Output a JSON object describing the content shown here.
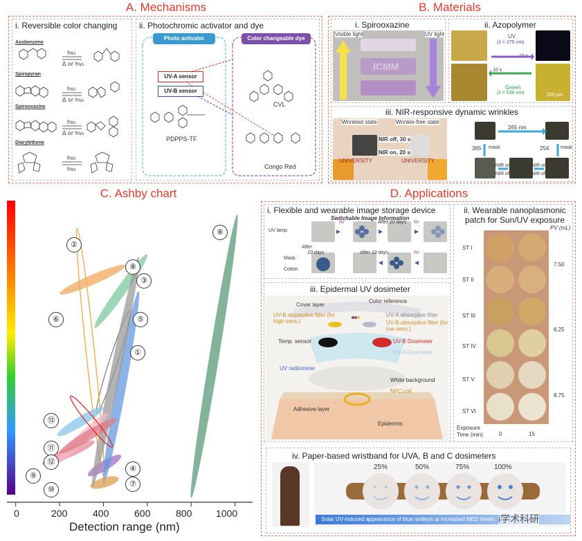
{
  "sections": {
    "a": "A. Mechanisms",
    "b": "B. Materials",
    "c": "C. Ashby chart",
    "d": "D. Applications"
  },
  "mechanisms": {
    "sub1": "i. Reversible color changing",
    "sub2": "ii. Photochromic activator and dye",
    "compounds": [
      "Azobenzene",
      "Spiropyran",
      "Spirooxazine",
      "Diarylethene"
    ],
    "forward": "hν₁",
    "reverse": "Δ or hν₂",
    "reverse_short": "hν₂",
    "activator_label": "Photo activator",
    "dye_label": "Color changeable dye",
    "uva_sensor": "UV-A sensor",
    "uvb_sensor": "UV-B sensor",
    "activator_name": "PDPPS-TF",
    "dye1": "CVL",
    "dye2": "Congo Red"
  },
  "materials": {
    "sub1": "i. Spirooxazine",
    "sub2": "ii. Azopolymer",
    "sub3": "iii. NIR-responsive dynamic wrinkles",
    "visible_light": "Visible light",
    "uv_light": "UV light",
    "icmm": "ICMM",
    "uv_label": "UV",
    "uv_nm": "(λ = 375 nm)",
    "green_label": "Green",
    "green_nm": "(λ = 536 nm)",
    "t10": "10 s",
    "scale": "200 μm",
    "wrinkled": "Wrinkled state",
    "wrinkle_free": "Wrinkle-free state",
    "nir_off": "NIR off, 30 s",
    "nir_on": "NIR on, 20 s",
    "univ": "UNIVERSITY",
    "nm265": "265 nm",
    "nm365": "365",
    "nm254": "254",
    "mask": "mask",
    "nir_on_s": "NIR on",
    "nir_off_s": "NIR off"
  },
  "ashby": {
    "xlabel": "Detection range (nm)",
    "ticks": [
      "0",
      "200",
      "400",
      "600",
      "800",
      "1000"
    ],
    "labels": [
      "①",
      "②",
      "③",
      "④",
      "⑤",
      "⑥",
      "⑦",
      "⑧",
      "⑧",
      "⑨",
      "⑩",
      "⑪",
      "⑫",
      "⑬"
    ]
  },
  "chart_data": {
    "type": "scatter",
    "xlabel": "Detection range (nm)",
    "ylabel": "",
    "xlim": [
      -40,
      1080
    ],
    "xticks": [
      0,
      200,
      400,
      600,
      800,
      1000
    ],
    "series": [
      {
        "label": "①",
        "from": [
          370,
          0.3
        ],
        "to": [
          520,
          0.66
        ],
        "color": "#777777",
        "style": "outline"
      },
      {
        "label": "②",
        "from": [
          280,
          0.95
        ],
        "to": [
          400,
          0.08
        ],
        "color": "#f0a030",
        "style": "outline"
      },
      {
        "label": "③",
        "from": [
          360,
          0.6
        ],
        "to": [
          600,
          0.86
        ],
        "color": "#7fc8a0",
        "style": "filled"
      },
      {
        "label": "④",
        "from": [
          330,
          0.08
        ],
        "to": [
          480,
          0.15
        ],
        "color": "#a070c8",
        "style": "filled"
      },
      {
        "label": "⑤",
        "from": [
          400,
          0.05
        ],
        "to": [
          560,
          0.73
        ],
        "color": "#6699dd",
        "style": "filled"
      },
      {
        "label": "⑥",
        "from": [
          200,
          0.72
        ],
        "to": [
          500,
          0.82
        ],
        "color": "#f0a860",
        "style": "filled"
      },
      {
        "label": "⑦",
        "from": [
          340,
          0.04
        ],
        "to": [
          470,
          0.07
        ],
        "color": "#d8a050",
        "style": "filled"
      },
      {
        "label": "⑧",
        "from": [
          350,
          0.04
        ],
        "to": [
          560,
          0.85
        ],
        "color": "#999999",
        "style": "filled"
      },
      {
        "label": "⑧",
        "from": [
          800,
          0.0
        ],
        "to": [
          1010,
          1.0
        ],
        "color": "#5a9a7a",
        "style": "filled"
      },
      {
        "label": "⑨",
        "from": [
          120,
          0.12
        ],
        "to": [
          360,
          0.2
        ],
        "color": "#e88a9a",
        "style": "filled"
      },
      {
        "label": "⑩",
        "from": [
          180,
          0.12
        ],
        "to": [
          420,
          0.3
        ],
        "color": "#f0b8c4",
        "style": "filled"
      },
      {
        "label": "⑪",
        "from": [
          190,
          0.22
        ],
        "to": [
          400,
          0.32
        ],
        "color": "#88c4e8",
        "style": "filled"
      },
      {
        "label": "⑫",
        "from": [
          200,
          0.16
        ],
        "to": [
          460,
          0.28
        ],
        "color": "#e07a8a",
        "style": "filled"
      },
      {
        "label": "⑬",
        "from": [
          250,
          0.36
        ],
        "to": [
          440,
          0.18
        ],
        "color": "#e02020",
        "style": "outline"
      }
    ]
  },
  "applications": {
    "sub1": "i. Flexible and wearable image storage device",
    "switchable": "Switchable Image Information",
    "uv_lamp": "UV lamp",
    "mask_lbl": "Mask",
    "cotton": "Cotton",
    "after10": "After 10 days",
    "after": "After",
    "ten_days": "10 days",
    "hv": "hv",
    "sub2": "ii. Wearable nanoplasmonic patch for Sun/UV exposure",
    "pv": "PV (mL)",
    "st": [
      "ST I",
      "ST II",
      "ST III",
      "ST IV",
      "ST V",
      "ST VI"
    ],
    "pv_vals": [
      "7.50",
      "6.25",
      "8.75"
    ],
    "exposure": "Exposure Time (min)",
    "exp_vals": [
      "0",
      "15"
    ],
    "sub3": "iii. Epidermal UV dosimeter",
    "cover": "Cover layer",
    "color_ref": "Color reference",
    "uvb_filter": "UV-B absorptive filter (for high sens.)",
    "uva_filter": "UV-A absorptive filter",
    "uvb_filter_low": "UV-B absorptive filter (for low sens.)",
    "temp": "Temp. sensor",
    "uvb_dos": "UV-B Dosimeter",
    "uva_dos": "UV-A Dosimeter",
    "uv_rad": "UV radiometer",
    "white_bg": "White background",
    "nfc": "NFC coil",
    "adhesive": "Adhesive layer",
    "epidermis": "Epidermis",
    "sub4": "iv. Paper-based wristband for UVA, B and C dosimeters",
    "pcts": [
      "25%",
      "50%",
      "75%",
      "100%"
    ],
    "caption": "Solar UV-induced appearance of blue smileys at increased MED levels",
    "watermark": "i学术科研"
  }
}
